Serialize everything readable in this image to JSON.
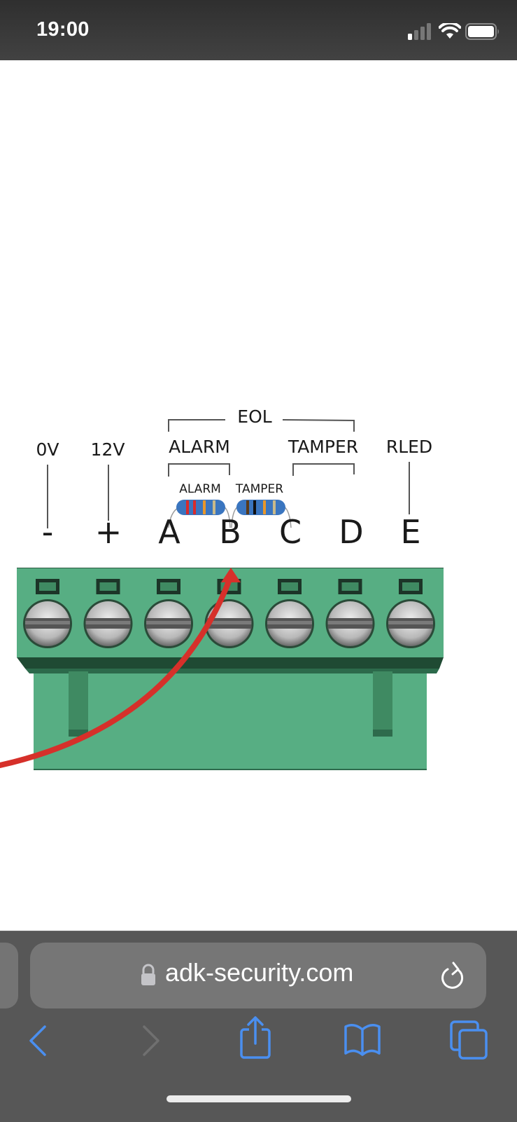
{
  "status_bar": {
    "time": "19:00",
    "icons": [
      "cellular-signal-icon",
      "wifi-icon",
      "battery-icon"
    ]
  },
  "diagram": {
    "group_labels": {
      "eol": "EOL",
      "alarm": "ALARM",
      "tamper": "TAMPER",
      "rled": "RLED",
      "zero_v": "0V",
      "twelve_v": "12V"
    },
    "resistors": [
      {
        "label": "ALARM",
        "bands": [
          "#d92a2a",
          "#d92a2a",
          "#e8972a",
          "#c8b98a"
        ],
        "body_color": "#3a75bf"
      },
      {
        "label": "TAMPER",
        "bands": [
          "#5a3a1a",
          "#111111",
          "#e8972a",
          "#c8b98a"
        ],
        "body_color": "#3a75bf"
      }
    ],
    "terminals": [
      "-",
      "+",
      "A",
      "B",
      "C",
      "D",
      "E"
    ],
    "colors": {
      "connector_green": "#57ae83",
      "connector_dark": "#2e6b4c",
      "wire_red": "#d6302a"
    },
    "arrow_target": "B"
  },
  "browser": {
    "url": "adk-security.com",
    "icons": [
      "lock-icon",
      "reload-icon",
      "back-icon",
      "forward-icon",
      "share-icon",
      "bookmarks-icon",
      "tabs-icon"
    ],
    "accent": "#4a8ff0"
  }
}
